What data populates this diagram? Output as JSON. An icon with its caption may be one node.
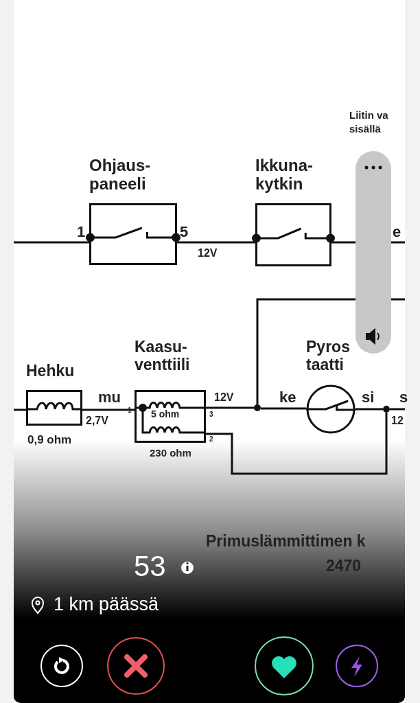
{
  "diagram": {
    "nodes": [
      {
        "text": [
          "Ohjaus- paneeli"
        ]
      },
      {
        "text": [
          "Ikkuna- kytkin"
        ]
      },
      {
        "text": [
          "Hehku"
        ],
        "beside": [
          "0,9 ohm"
        ]
      },
      {
        "text": [
          "Kaasu- venttiili",
          "5 ohm"
        ],
        "beside": [
          "230 ohm"
        ]
      },
      {
        "text": [
          "Pyros taatti"
        ]
      },
      {
        "text": [],
        "shape": "circle"
      },
      {
        "text": [],
        "shape": "circle"
      }
    ],
    "edges": [
      {
        "from": null,
        "to": 0,
        "arrow": "none"
      },
      {
        "from": 0,
        "to": 1,
        "arrow": "none",
        "label": "12V"
      },
      {
        "from": 1,
        "to": null,
        "arrow": "none"
      },
      {
        "from": null,
        "to": 2,
        "arrow": "none"
      },
      {
        "from": 2,
        "to": 3,
        "arrow": "none"
      },
      {
        "from": 3,
        "to": 5,
        "arrow": "none",
        "label": "12V"
      },
      {
        "from": 5,
        "to": 4,
        "arrow": "none"
      },
      {
        "from": 5,
        "to": null,
        "arrow": "none"
      },
      {
        "from": 4,
        "to": 6,
        "arrow": "none"
      },
      {
        "from": 3,
        "to": 6,
        "arrow": "none"
      },
      {
        "from": 6,
        "to": null,
        "arrow": "none"
      }
    ],
    "labels": [
      "Liitin va sisällä",
      "1",
      "5",
      "e",
      "mu",
      "2,7V",
      "1",
      "3",
      "2",
      "ke",
      "si",
      "s",
      "12",
      "Primuslämmittimen k",
      "2470",
      "53",
      "1 km päässä"
    ]
  }
}
